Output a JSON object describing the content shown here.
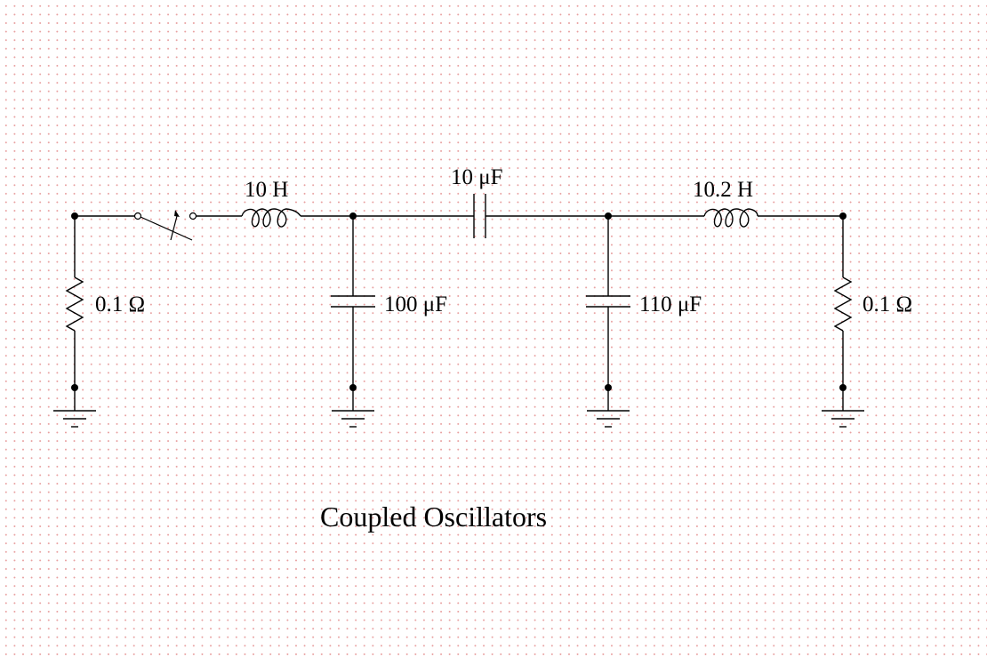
{
  "title": "Coupled Oscillators",
  "components": {
    "left_resistor": "0.1 Ω",
    "left_inductor": "10 H",
    "shunt_capacitor_1": "100 μF",
    "coupling_capacitor": "10 μF",
    "shunt_capacitor_2": "110 μF",
    "right_inductor": "10.2 H",
    "right_resistor": "0.1 Ω"
  }
}
